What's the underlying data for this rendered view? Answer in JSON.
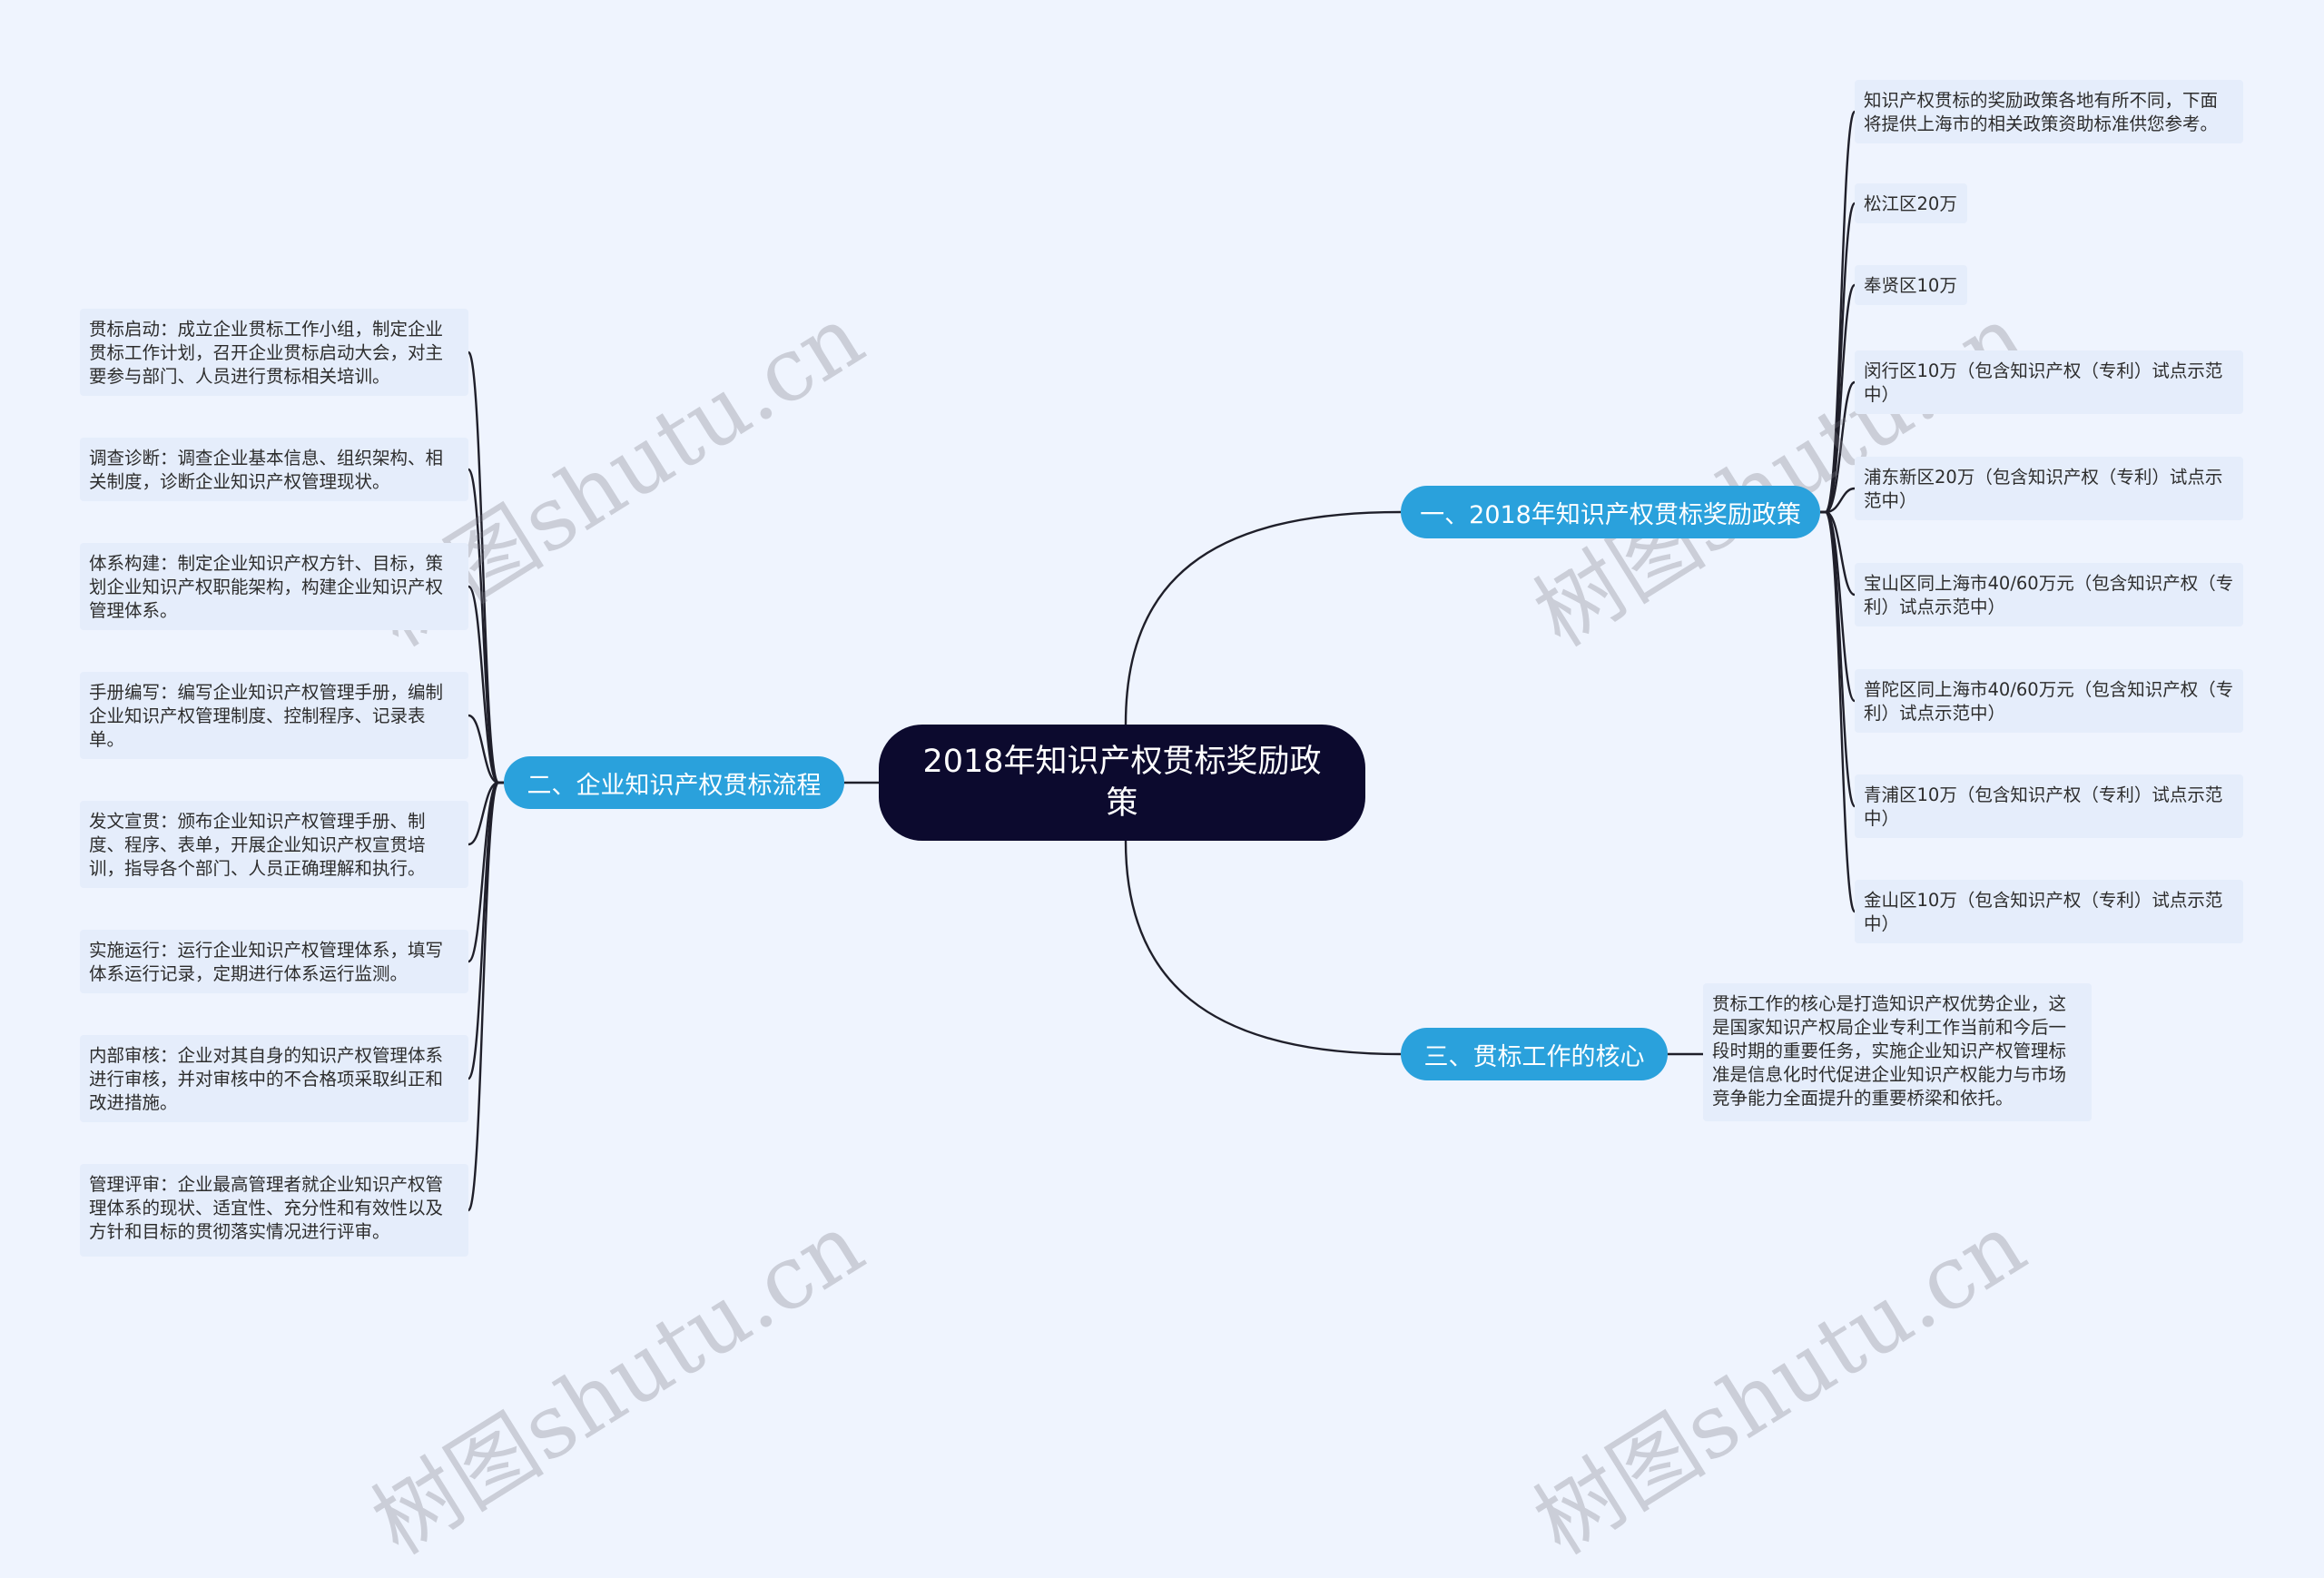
{
  "root": {
    "label": "2018年知识产权贯标奖励政策"
  },
  "branches": [
    {
      "label": "一、2018年知识产权贯标奖励政策",
      "children": [
        "知识产权贯标的奖励政策各地有所不同，下面将提供上海市的相关政策资助标准供您参考。",
        "松江区20万",
        "奉贤区10万",
        "闵行区10万（包含知识产权（专利）试点示范中）",
        "浦东新区20万（包含知识产权（专利）试点示范中）",
        "宝山区同上海市40/60万元（包含知识产权（专利）试点示范中）",
        "普陀区同上海市40/60万元（包含知识产权（专利）试点示范中）",
        "青浦区10万（包含知识产权（专利）试点示范中）",
        "金山区10万（包含知识产权（专利）试点示范中）"
      ]
    },
    {
      "label": "二、企业知识产权贯标流程",
      "children": [
        "贯标启动：成立企业贯标工作小组，制定企业贯标工作计划，召开企业贯标启动大会，对主要参与部门、人员进行贯标相关培训。",
        "调查诊断：调查企业基本信息、组织架构、相关制度，诊断企业知识产权管理现状。",
        "体系构建：制定企业知识产权方针、目标，策划企业知识产权职能架构，构建企业知识产权管理体系。",
        "手册编写：编写企业知识产权管理手册，编制企业知识产权管理制度、控制程序、记录表单。",
        "发文宣贯：颁布企业知识产权管理手册、制度、程序、表单，开展企业知识产权宣贯培训，指导各个部门、人员正确理解和执行。",
        "实施运行：运行企业知识产权管理体系，填写体系运行记录，定期进行体系运行监测。",
        "内部审核：企业对其自身的知识产权管理体系进行审核，并对审核中的不合格项采取纠正和改进措施。",
        "管理评审：企业最高管理者就企业知识产权管理体系的现状、适宜性、充分性和有效性以及方针和目标的贯彻落实情况进行评审。"
      ]
    },
    {
      "label": "三、贯标工作的核心",
      "children": [
        "贯标工作的核心是打造知识产权优势企业，这是国家知识产权局企业专利工作当前和今后一段时期的重要任务，实施企业知识产权管理标准是信息化时代促进企业知识产权能力与市场竞争能力全面提升的重要桥梁和依托。"
      ]
    }
  ],
  "watermark": "树图shutu.cn"
}
